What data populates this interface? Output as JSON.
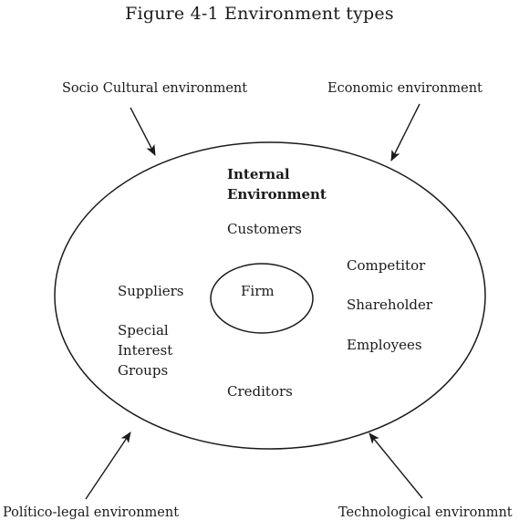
{
  "title": "Figure 4-1 Environment types",
  "external": {
    "socio_cultural": "Socio Cultural environment",
    "economic": "Economic environment",
    "politico_legal": "Político-legal environment",
    "technological": "Technological environmnt"
  },
  "internal": {
    "heading_line1": "Internal",
    "heading_line2": "Environment",
    "customers": "Customers",
    "competitor": "Competitor",
    "shareholder": "Shareholder",
    "employees": "Employees",
    "suppliers": "Suppliers",
    "special_line1": "Special",
    "special_line2": "Interest",
    "special_line3": "Groups",
    "creditors": "Creditors"
  },
  "core": {
    "firm": "Firm"
  }
}
